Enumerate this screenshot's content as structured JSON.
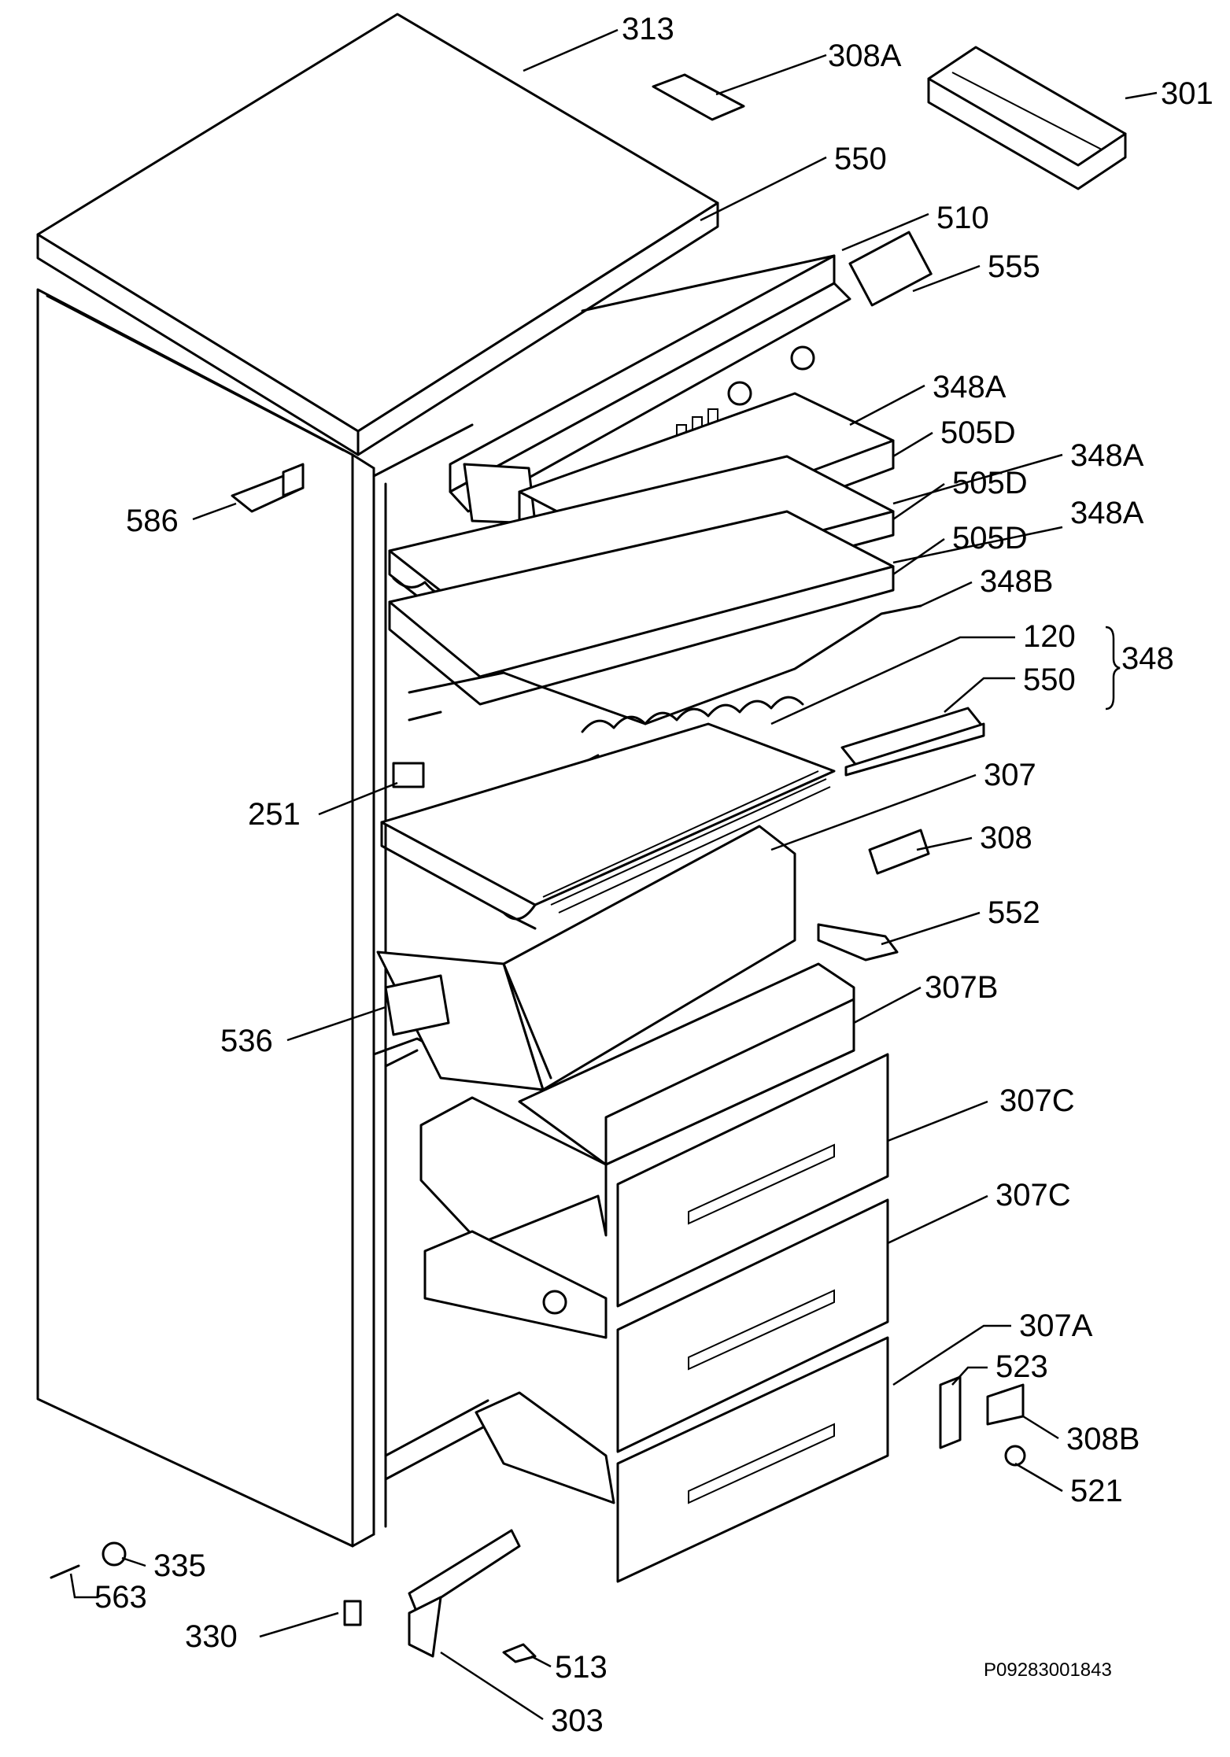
{
  "labels": {
    "l313": "313",
    "l308a": "308A",
    "l301": "301",
    "l550a": "550",
    "l510": "510",
    "l555": "555",
    "l348a_1": "348A",
    "l505d_1": "505D",
    "l348a_2": "348A",
    "l505d_2": "505D",
    "l348a_3": "348A",
    "l505d_3": "505D",
    "l348b": "348B",
    "l120": "120",
    "l348": "348",
    "l550b": "550",
    "l586": "586",
    "l251": "251",
    "l307": "307",
    "l308": "308",
    "l552": "552",
    "l307b": "307B",
    "l536": "536",
    "l307c_1": "307C",
    "l307c_2": "307C",
    "l307a": "307A",
    "l523": "523",
    "l308b": "308B",
    "l521": "521",
    "l335": "335",
    "l563": "563",
    "l330": "330",
    "l513": "513",
    "l303": "303"
  },
  "drawing_code": "P09283001843"
}
